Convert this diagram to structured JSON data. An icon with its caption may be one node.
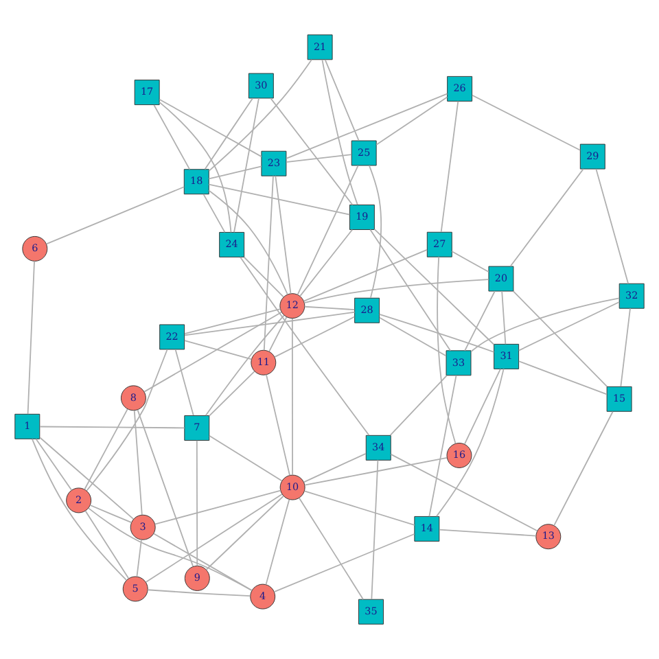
{
  "diagram": {
    "nodes": [
      {
        "text": [
          "1"
        ]
      },
      {
        "text": [
          "2"
        ]
      },
      {
        "text": [
          "3"
        ]
      },
      {
        "text": [
          "4"
        ]
      },
      {
        "text": [
          "5"
        ]
      },
      {
        "text": [
          "6"
        ]
      },
      {
        "text": [
          "7"
        ]
      },
      {
        "text": [
          "8"
        ]
      },
      {
        "text": [
          "9"
        ]
      },
      {
        "text": [
          "10"
        ]
      },
      {
        "text": [
          "11"
        ]
      },
      {
        "text": [
          "12"
        ]
      },
      {
        "text": [
          "13"
        ]
      },
      {
        "text": [
          "14"
        ]
      },
      {
        "text": [
          "15"
        ]
      },
      {
        "text": [
          "16"
        ]
      },
      {
        "text": [
          "17"
        ]
      },
      {
        "text": [
          "18"
        ]
      },
      {
        "text": [
          "19"
        ]
      },
      {
        "text": [
          "20"
        ]
      },
      {
        "text": [
          "21"
        ]
      },
      {
        "text": [
          "22"
        ]
      },
      {
        "text": [
          "23"
        ]
      },
      {
        "text": [
          "24"
        ]
      },
      {
        "text": [
          "25"
        ]
      },
      {
        "text": [
          "26"
        ]
      },
      {
        "text": [
          "27"
        ]
      },
      {
        "text": [
          "28"
        ]
      },
      {
        "text": [
          "29"
        ]
      },
      {
        "text": [
          "30"
        ]
      },
      {
        "text": [
          "31"
        ]
      },
      {
        "text": [
          "32"
        ]
      },
      {
        "text": [
          "33"
        ]
      },
      {
        "text": [
          "34"
        ]
      },
      {
        "text": [
          "35"
        ]
      }
    ],
    "edges": [
      {
        "from": 12,
        "to": 14,
        "arrow": "none"
      },
      {
        "from": 12,
        "to": 13,
        "arrow": "none"
      },
      {
        "from": 12,
        "to": 33,
        "arrow": "none"
      },
      {
        "from": 34,
        "to": 33,
        "arrow": "none"
      },
      {
        "from": 34,
        "to": 9,
        "arrow": "none"
      },
      {
        "from": 33,
        "to": 32,
        "arrow": "none"
      },
      {
        "from": 33,
        "to": 9,
        "arrow": "none"
      },
      {
        "from": 33,
        "to": 23,
        "arrow": "none"
      },
      {
        "from": 13,
        "to": 32,
        "arrow": "none"
      },
      {
        "from": 13,
        "to": 9,
        "arrow": "none"
      },
      {
        "from": 13,
        "to": 3,
        "arrow": "none"
      },
      {
        "from": 13,
        "to": 30,
        "arrow": "none"
      },
      {
        "from": 14,
        "to": 31,
        "arrow": "none"
      },
      {
        "from": 14,
        "to": 19,
        "arrow": "none"
      },
      {
        "from": 14,
        "to": 30,
        "arrow": "none"
      },
      {
        "from": 31,
        "to": 28,
        "arrow": "none"
      },
      {
        "from": 31,
        "to": 32,
        "arrow": "none"
      },
      {
        "from": 31,
        "to": 30,
        "arrow": "none"
      },
      {
        "from": 32,
        "to": 19,
        "arrow": "none"
      },
      {
        "from": 32,
        "to": 27,
        "arrow": "none"
      },
      {
        "from": 32,
        "to": 18,
        "arrow": "none"
      },
      {
        "from": 28,
        "to": 19,
        "arrow": "none"
      },
      {
        "from": 28,
        "to": 25,
        "arrow": "none"
      },
      {
        "from": 9,
        "to": 3,
        "arrow": "none"
      },
      {
        "from": 9,
        "to": 2,
        "arrow": "none"
      },
      {
        "from": 9,
        "to": 4,
        "arrow": "none"
      },
      {
        "from": 9,
        "to": 6,
        "arrow": "none"
      },
      {
        "from": 9,
        "to": 11,
        "arrow": "none"
      },
      {
        "from": 9,
        "to": 10,
        "arrow": "none"
      },
      {
        "from": 9,
        "to": 15,
        "arrow": "none"
      },
      {
        "from": 9,
        "to": 8,
        "arrow": "none"
      },
      {
        "from": 3,
        "to": 2,
        "arrow": "none"
      },
      {
        "from": 3,
        "to": 4,
        "arrow": "none"
      },
      {
        "from": 3,
        "to": 1,
        "arrow": "none"
      },
      {
        "from": 2,
        "to": 4,
        "arrow": "none"
      },
      {
        "from": 2,
        "to": 0,
        "arrow": "none"
      },
      {
        "from": 2,
        "to": 1,
        "arrow": "none"
      },
      {
        "from": 2,
        "to": 7,
        "arrow": "none"
      },
      {
        "from": 4,
        "to": 0,
        "arrow": "none"
      },
      {
        "from": 4,
        "to": 1,
        "arrow": "none"
      },
      {
        "from": 6,
        "to": 0,
        "arrow": "none"
      },
      {
        "from": 6,
        "to": 10,
        "arrow": "none"
      },
      {
        "from": 6,
        "to": 11,
        "arrow": "none"
      },
      {
        "from": 6,
        "to": 21,
        "arrow": "none"
      },
      {
        "from": 6,
        "to": 8,
        "arrow": "none"
      },
      {
        "from": 0,
        "to": 1,
        "arrow": "none"
      },
      {
        "from": 0,
        "to": 5,
        "arrow": "none"
      },
      {
        "from": 1,
        "to": 7,
        "arrow": "none"
      },
      {
        "from": 1,
        "to": 21,
        "arrow": "none"
      },
      {
        "from": 7,
        "to": 8,
        "arrow": "none"
      },
      {
        "from": 7,
        "to": 11,
        "arrow": "none"
      },
      {
        "from": 10,
        "to": 11,
        "arrow": "none"
      },
      {
        "from": 10,
        "to": 21,
        "arrow": "none"
      },
      {
        "from": 10,
        "to": 22,
        "arrow": "none"
      },
      {
        "from": 10,
        "to": 27,
        "arrow": "none"
      },
      {
        "from": 11,
        "to": 27,
        "arrow": "none"
      },
      {
        "from": 11,
        "to": 26,
        "arrow": "none"
      },
      {
        "from": 11,
        "to": 19,
        "arrow": "none"
      },
      {
        "from": 11,
        "to": 22,
        "arrow": "none"
      },
      {
        "from": 11,
        "to": 17,
        "arrow": "none"
      },
      {
        "from": 11,
        "to": 24,
        "arrow": "none"
      },
      {
        "from": 11,
        "to": 21,
        "arrow": "none"
      },
      {
        "from": 11,
        "to": 23,
        "arrow": "none"
      },
      {
        "from": 11,
        "to": 18,
        "arrow": "none"
      },
      {
        "from": 15,
        "to": 30,
        "arrow": "none"
      },
      {
        "from": 15,
        "to": 26,
        "arrow": "none"
      },
      {
        "from": 25,
        "to": 26,
        "arrow": "none"
      },
      {
        "from": 25,
        "to": 24,
        "arrow": "none"
      },
      {
        "from": 25,
        "to": 22,
        "arrow": "none"
      },
      {
        "from": 24,
        "to": 20,
        "arrow": "none"
      },
      {
        "from": 24,
        "to": 22,
        "arrow": "none"
      },
      {
        "from": 18,
        "to": 17,
        "arrow": "none"
      },
      {
        "from": 18,
        "to": 20,
        "arrow": "none"
      },
      {
        "from": 18,
        "to": 29,
        "arrow": "none"
      },
      {
        "from": 20,
        "to": 17,
        "arrow": "none"
      },
      {
        "from": 17,
        "to": 29,
        "arrow": "none"
      },
      {
        "from": 17,
        "to": 5,
        "arrow": "none"
      },
      {
        "from": 17,
        "to": 23,
        "arrow": "none"
      },
      {
        "from": 17,
        "to": 16,
        "arrow": "none"
      },
      {
        "from": 22,
        "to": 17,
        "arrow": "none"
      },
      {
        "from": 22,
        "to": 16,
        "arrow": "none"
      },
      {
        "from": 23,
        "to": 29,
        "arrow": "none"
      },
      {
        "from": 23,
        "to": 16,
        "arrow": "none"
      },
      {
        "from": 27,
        "to": 24,
        "arrow": "none"
      },
      {
        "from": 27,
        "to": 21,
        "arrow": "none"
      },
      {
        "from": 19,
        "to": 30,
        "arrow": "none"
      },
      {
        "from": 19,
        "to": 26,
        "arrow": "none"
      },
      {
        "from": 30,
        "to": 18,
        "arrow": "none"
      },
      {
        "from": 30,
        "to": 27,
        "arrow": "none"
      }
    ]
  }
}
